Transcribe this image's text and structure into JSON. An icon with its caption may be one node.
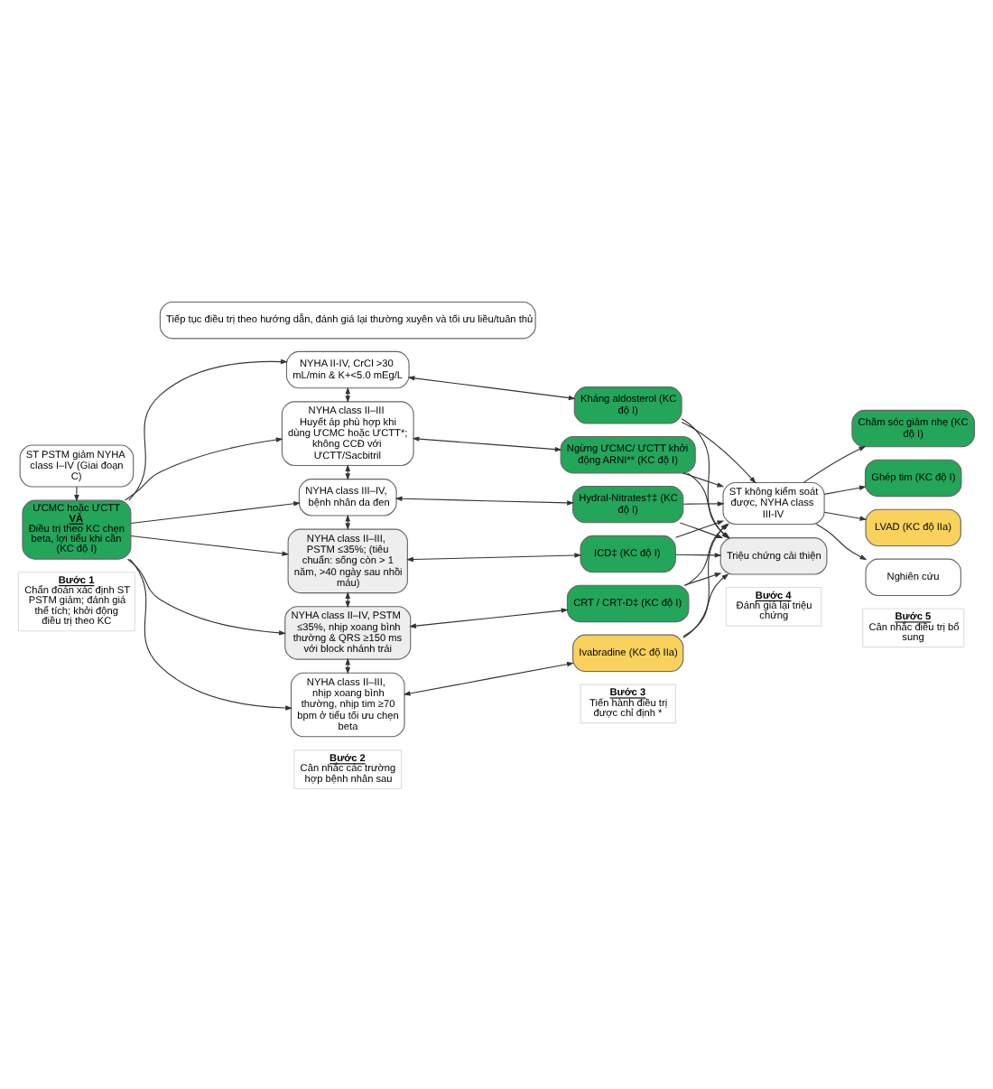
{
  "diagram": {
    "nodes": [
      {
        "text": [
          "Bước 1",
          "Chẩn đoán xác định ST PSTM giảm; đánh giá thể tích; khởi động điều trị theo KC"
        ]
      },
      {
        "text": [
          "Bước 2",
          "Cân nhắc các trường hợp bệnh nhân sau"
        ]
      },
      {
        "text": [
          "Bước 3",
          "Tiến hành điều trị được chỉ định *"
        ]
      },
      {
        "text": [
          "Bước 4",
          "Đánh giá lại triệu chứng"
        ]
      },
      {
        "text": [
          "Bước 5",
          "Cân nhắc điều trị bổ sung"
        ]
      },
      {
        "text": [
          "ST PSTM giảm NYHA class I–IV (Giai đoạn C)"
        ]
      },
      {
        "text": [
          "ƯCMC hoặc ƯCTT",
          "VÀ",
          "Điều trị theo KC chẹn beta, lợi tiểu khi cần (KC độ I)"
        ]
      },
      {
        "text": [
          "NYHA II-IV, CrCl >30 mL/min & K+<5.0 mEg/L"
        ]
      },
      {
        "text": [
          "NYHA class II–III Huyết áp phù hợp khi dùng ƯCMC hoặc ƯCTT*; không CCĐ với ƯCTT/Sacbitril"
        ]
      },
      {
        "text": [
          "NYHA class III–IV, bệnh nhân da đen"
        ]
      },
      {
        "text": [
          "NYHA class II–III, PSTM ≤35%; (tiêu chuẩn: sống còn > 1 năm, >40 ngày sau nhồi máu)"
        ]
      },
      {
        "text": [
          "NYHA class II–IV, PSTM ≤35%, nhịp xoang bình thường & QRS ≥150 ms với block nhánh trái"
        ]
      },
      {
        "text": [
          "NYHA class II–III, nhịp xoang bình thường, nhịp tim ≥70 bpm ở tiểu tối ưu chẹn beta"
        ]
      },
      {
        "text": [
          "Kháng aldosterol (KC độ I)"
        ]
      },
      {
        "text": [
          "Ngừng ƯCMC/ ƯCTT khởi động ARNI** (KC độ I)"
        ]
      },
      {
        "text": [
          "Hydral-Nitrates†‡ (KC độ I)"
        ]
      },
      {
        "text": [
          "ICD‡ (KC độ I)"
        ]
      },
      {
        "text": [
          "CRT / CRT-D‡ (KC độ I)"
        ]
      },
      {
        "text": [
          "Ivabradine (KC độ IIa)"
        ]
      },
      {
        "text": [
          "ST không kiểm soát được, NYHA class III-IV"
        ]
      },
      {
        "text": [
          "Triệu chứng cải thiện"
        ]
      },
      {
        "text": [
          "Chăm sóc giảm nhẹ (KC độ I)"
        ]
      },
      {
        "text": [
          "Ghép tim (KC độ I)"
        ]
      },
      {
        "text": [
          "LVAD (KC độ IIa)"
        ]
      },
      {
        "text": [
          "Nghiên cứu"
        ]
      },
      {
        "text": [
          "Tiếp tục điều trị theo hướng dẫn, đánh giá lại thường xuyên và tối ưu liều/tuân thủ"
        ]
      }
    ],
    "edges": [
      {
        "from": 5,
        "to": 6,
        "arrow": "to"
      },
      {
        "from": 6,
        "to": 7,
        "arrow": "to"
      },
      {
        "from": 6,
        "to": 8,
        "arrow": "to"
      },
      {
        "from": 6,
        "to": 9,
        "arrow": "to"
      },
      {
        "from": 6,
        "to": 10,
        "arrow": "to"
      },
      {
        "from": 6,
        "to": 11,
        "arrow": "to"
      },
      {
        "from": 6,
        "to": 12,
        "arrow": "to"
      },
      {
        "from": 7,
        "to": 8,
        "arrow": "both"
      },
      {
        "from": 8,
        "to": 9,
        "arrow": "both"
      },
      {
        "from": 9,
        "to": 10,
        "arrow": "both"
      },
      {
        "from": 10,
        "to": 11,
        "arrow": "both"
      },
      {
        "from": 11,
        "to": 12,
        "arrow": "both"
      },
      {
        "from": 7,
        "to": 13,
        "arrow": "both"
      },
      {
        "from": 8,
        "to": 14,
        "arrow": "both"
      },
      {
        "from": 9,
        "to": 15,
        "arrow": "both"
      },
      {
        "from": 10,
        "to": 16,
        "arrow": "both"
      },
      {
        "from": 11,
        "to": 17,
        "arrow": "both"
      },
      {
        "from": 12,
        "to": 18,
        "arrow": "both"
      },
      {
        "from": 13,
        "to": 19,
        "arrow": "to"
      },
      {
        "from": 14,
        "to": 19,
        "arrow": "to"
      },
      {
        "from": 15,
        "to": 19,
        "arrow": "to"
      },
      {
        "from": 16,
        "to": 19,
        "arrow": "to"
      },
      {
        "from": 17,
        "to": 19,
        "arrow": "to"
      },
      {
        "from": 18,
        "to": 19,
        "arrow": "to"
      },
      {
        "from": 13,
        "to": 20,
        "arrow": "to"
      },
      {
        "from": 14,
        "to": 20,
        "arrow": "to"
      },
      {
        "from": 15,
        "to": 20,
        "arrow": "to"
      },
      {
        "from": 16,
        "to": 20,
        "arrow": "to"
      },
      {
        "from": 17,
        "to": 20,
        "arrow": "to"
      },
      {
        "from": 18,
        "to": 20,
        "arrow": "to"
      },
      {
        "from": 19,
        "to": 21,
        "arrow": "to"
      },
      {
        "from": 19,
        "to": 22,
        "arrow": "to"
      },
      {
        "from": 19,
        "to": 23,
        "arrow": "to"
      },
      {
        "from": 19,
        "to": 24,
        "arrow": "to"
      }
    ]
  }
}
